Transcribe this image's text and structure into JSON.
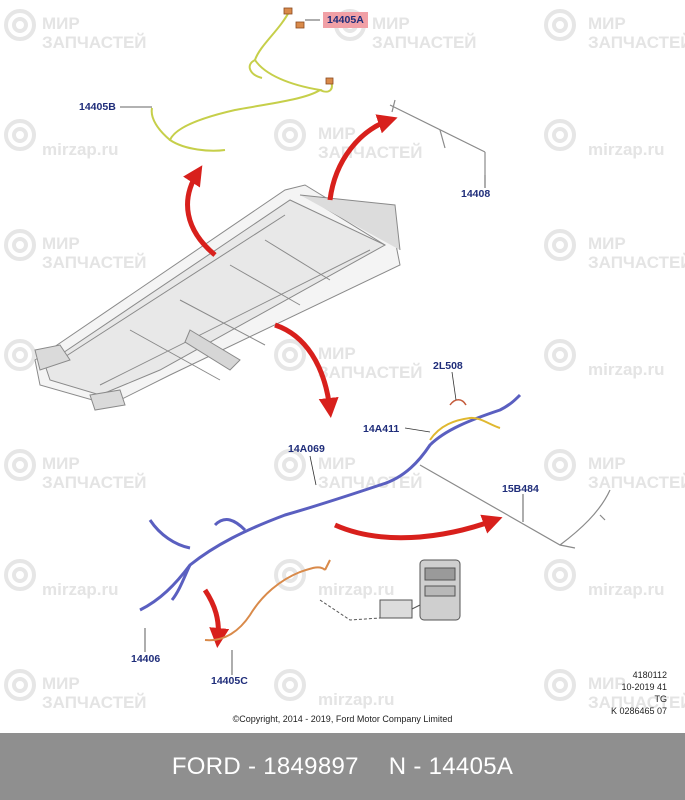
{
  "watermarks": {
    "line1": "МИР",
    "line2": "ЗАПЧАСТЕЙ",
    "alt": "mirzap.ru"
  },
  "callouts": {
    "c14405A": "14405A",
    "c14405B": "14405B",
    "c14408": "14408",
    "c2L508": "2L508",
    "c14A411": "14A411",
    "c14A069": "14A069",
    "c15B484": "15B484",
    "c14406": "14406",
    "c14405C": "14405C"
  },
  "copyright": "©Copyright, 2014 - 2019, Ford Motor Company Limited",
  "reference": {
    "line1": "4180112",
    "line2": "10-2019 41",
    "line3": "TG",
    "line4": "K 0286465 07"
  },
  "footer": {
    "brand_part": "FORD - 1849897",
    "n_part": "N - 14405A"
  },
  "colors": {
    "arrow": "#d8201c",
    "harness_blue": "#5a5fc0",
    "harness_green": "#c6cf4a",
    "harness_orange": "#d98a4a",
    "callout_text": "#1f2d7a",
    "highlight": "#f1a0a6",
    "footer_bg": "#8f8f8f"
  }
}
